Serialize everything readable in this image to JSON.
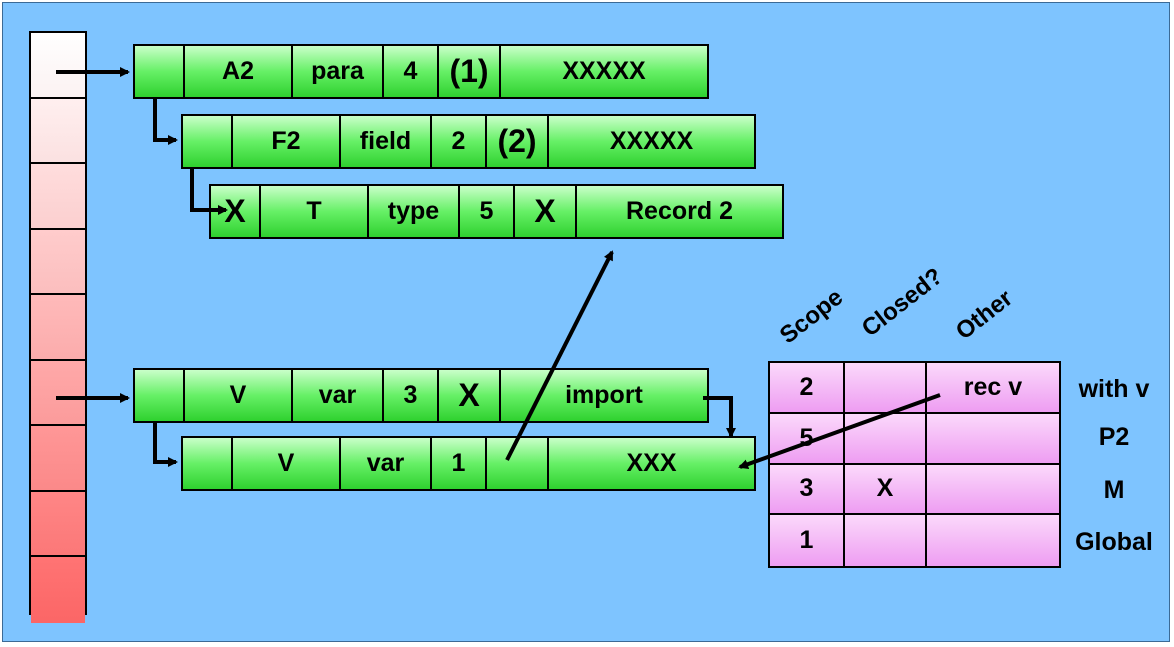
{
  "colors": {
    "background": "#7ec4ff",
    "record_green": "#4fe04f",
    "scope_pink": "#f4a8f6",
    "hash_red": "#f86c6c"
  },
  "hash_table": {
    "cells": 9
  },
  "records": [
    {
      "cells": [
        "",
        "A2",
        "para",
        "4",
        "(1)",
        "XXXXX"
      ]
    },
    {
      "cells": [
        "",
        "F2",
        "field",
        "2",
        "(2)",
        "XXXXX"
      ]
    },
    {
      "cells": [
        "X",
        "T",
        "type",
        "5",
        "X",
        "Record  2"
      ]
    },
    {
      "cells": [
        "",
        "V",
        "var",
        "3",
        "X",
        "import"
      ]
    },
    {
      "cells": [
        "",
        "V",
        "var",
        "1",
        "",
        "XXX"
      ]
    }
  ],
  "scope_table": {
    "headers": [
      "Scope",
      "Closed?",
      "Other"
    ],
    "rows": [
      {
        "scope": "2",
        "closed": "",
        "other": "rec v",
        "label": "with v"
      },
      {
        "scope": "5",
        "closed": "",
        "other": "",
        "label": "P2"
      },
      {
        "scope": "3",
        "closed": "X",
        "other": "",
        "label": "M"
      },
      {
        "scope": "1",
        "closed": "",
        "other": "",
        "label": "Global"
      }
    ]
  }
}
